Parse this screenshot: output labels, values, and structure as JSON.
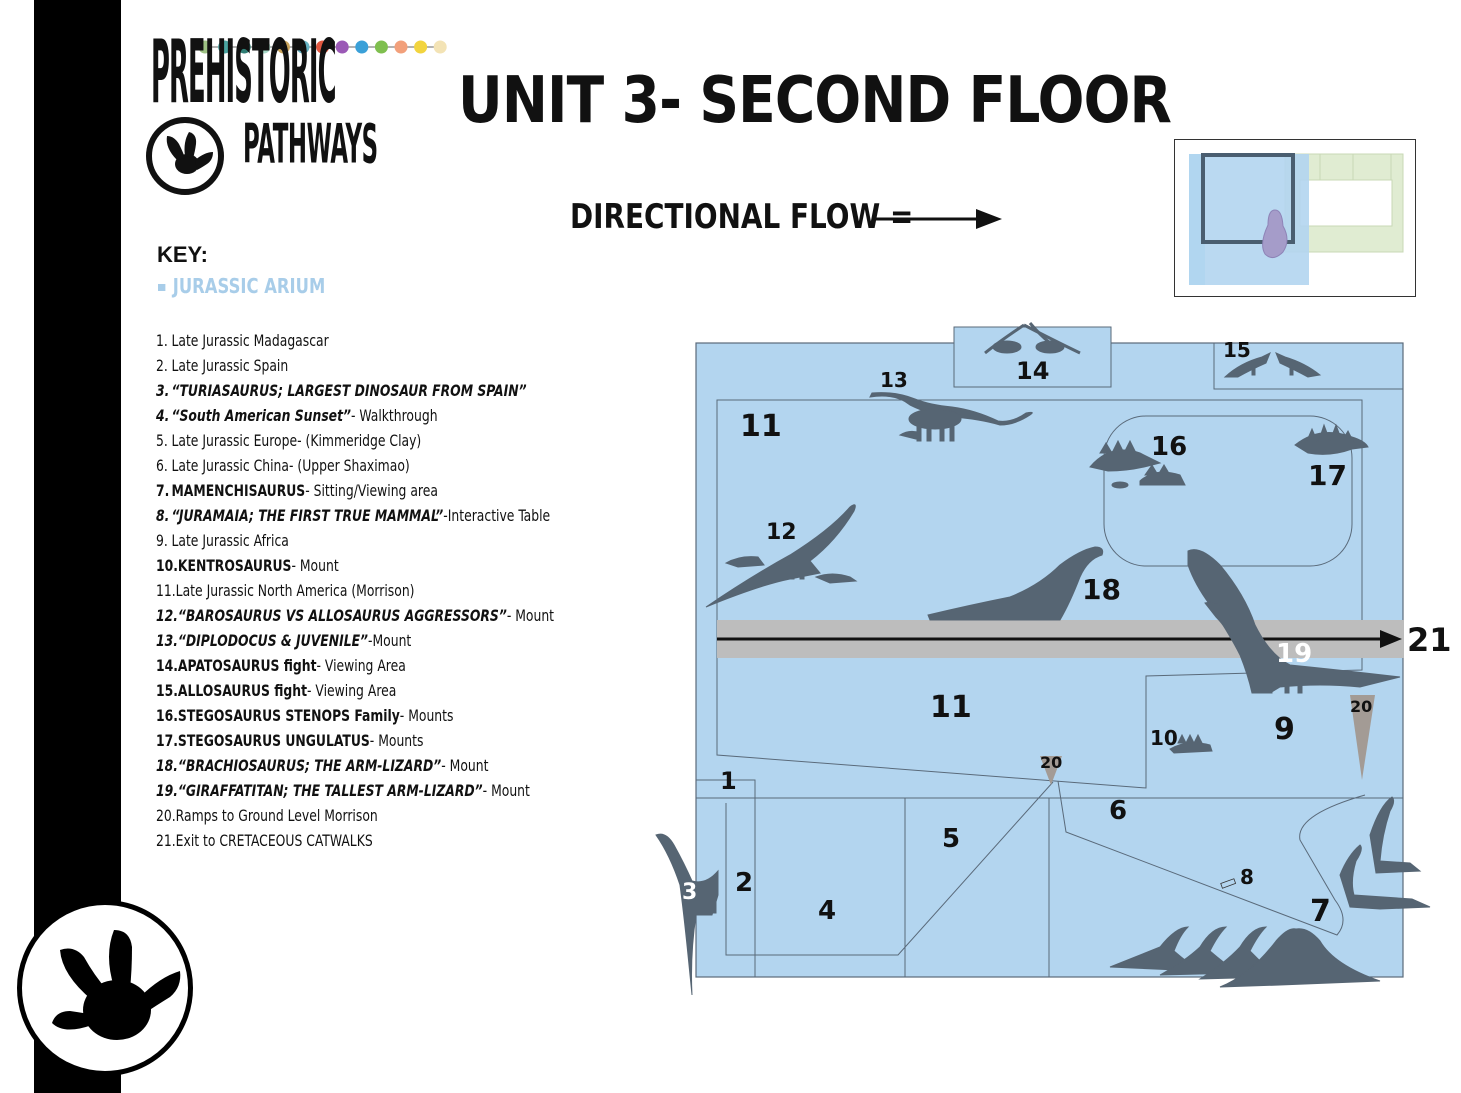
{
  "logo": {
    "line1": "PREHISTORIC",
    "line2": "PATHWAYS",
    "dot_colors": [
      "#9dc183",
      "#4aa3a0",
      "#2f7d74",
      "#a8d8c8",
      "#c9a35a",
      "#66b3c4",
      "#e2573f",
      "#9b59b6",
      "#3aa0d8",
      "#7fbf4f",
      "#f2a07b",
      "#f2d43f",
      "#f3e3b5"
    ]
  },
  "page_title": "UNIT 3- SECOND FLOOR",
  "directional_flow": "DIRECTIONAL FLOW =",
  "key": {
    "title": "KEY:",
    "item": "JURASSIC ARIUM",
    "item_color": "#a8cde9"
  },
  "legend": [
    {
      "num": "1.",
      "parts": [
        {
          "t": "Late Jurassic Madagascar",
          "s": "n"
        }
      ]
    },
    {
      "num": "2.",
      "parts": [
        {
          "t": "Late Jurassic Spain",
          "s": "n"
        }
      ]
    },
    {
      "num": "3.",
      "parts": [
        {
          "t": "“TURIASAURUS; LARGEST DINOSAUR FROM SPAIN”",
          "s": "em"
        }
      ]
    },
    {
      "num": "4.",
      "parts": [
        {
          "t": "“South American Sunset”",
          "s": "em"
        },
        {
          "t": "- Walkthrough",
          "s": "n"
        }
      ]
    },
    {
      "num": "5.",
      "parts": [
        {
          "t": "Late Jurassic Europe- (Kimmeridge Clay)",
          "s": "n"
        }
      ]
    },
    {
      "num": "6.",
      "parts": [
        {
          "t": "Late Jurassic China- (Upper Shaximao)",
          "s": "n"
        }
      ]
    },
    {
      "num": "7.",
      "parts": [
        {
          "t": "MAMENCHISAURUS",
          "s": "b"
        },
        {
          "t": "- Sitting/Viewing area",
          "s": "n"
        }
      ]
    },
    {
      "num": "8.",
      "parts": [
        {
          "t": "“JURAMAIA; THE FIRST TRUE MAMMAL”",
          "s": "em"
        },
        {
          "t": "-Interactive Table",
          "s": "n"
        }
      ]
    },
    {
      "num": "9.",
      "parts": [
        {
          "t": "Late Jurassic Africa",
          "s": "n"
        }
      ]
    },
    {
      "num": "10.",
      "parts": [
        {
          "t": "KENTROSAURUS",
          "s": "b"
        },
        {
          "t": "- Mount",
          "s": "n"
        }
      ]
    },
    {
      "num": "11.",
      "parts": [
        {
          "t": "Late Jurassic North America (Morrison)",
          "s": "n"
        }
      ]
    },
    {
      "num": "12.",
      "parts": [
        {
          "t": "“BAROSAURUS VS ALLOSAURUS AGGRESSORS”",
          "s": "em"
        },
        {
          "t": "- Mount",
          "s": "n"
        }
      ]
    },
    {
      "num": "13.",
      "parts": [
        {
          "t": "“DIPLODOCUS & JUVENILE”",
          "s": "em"
        },
        {
          "t": "-Mount",
          "s": "n"
        }
      ]
    },
    {
      "num": "14.",
      "parts": [
        {
          "t": "APATOSAURUS fight",
          "s": "b"
        },
        {
          "t": "- Viewing Area",
          "s": "n"
        }
      ]
    },
    {
      "num": "15.",
      "parts": [
        {
          "t": "ALLOSAURUS fight",
          "s": "b"
        },
        {
          "t": "- Viewing Area",
          "s": "n"
        }
      ]
    },
    {
      "num": "16.",
      "parts": [
        {
          "t": "STEGOSAURUS STENOPS Family",
          "s": "b"
        },
        {
          "t": "- Mounts",
          "s": "n"
        }
      ]
    },
    {
      "num": "17.",
      "parts": [
        {
          "t": "STEGOSAURUS UNGULATUS",
          "s": "b"
        },
        {
          "t": "- Mounts",
          "s": "n"
        }
      ]
    },
    {
      "num": "18.",
      "parts": [
        {
          "t": "“BRACHIOSAURUS; THE ARM-LIZARD”",
          "s": "em"
        },
        {
          "t": "- Mount",
          "s": "n"
        }
      ]
    },
    {
      "num": "19.",
      "parts": [
        {
          "t": "“GIRAFFATITAN; THE TALLEST ARM-LIZARD”",
          "s": "em"
        },
        {
          "t": "- Mount",
          "s": "n"
        }
      ]
    },
    {
      "num": "20.",
      "parts": [
        {
          "t": "Ramps to Ground Level Morrison",
          "s": "n"
        }
      ]
    },
    {
      "num": "21.",
      "parts": [
        {
          "t": "Exit to CRETACEOUS CATWALKS",
          "s": "n"
        }
      ]
    }
  ],
  "map": {
    "colors": {
      "floor": "#b3d5ef",
      "walkway": "#bdbdbd",
      "silhouette": "#566573",
      "ramp": "#a39b95",
      "outline": "#5a6a7a"
    },
    "labels": {
      "l1": "1",
      "l2": "2",
      "l3": "3",
      "l4": "4",
      "l5": "5",
      "l6": "6",
      "l7": "7",
      "l8": "8",
      "l9": "9",
      "l10": "10",
      "l11a": "11",
      "l11b": "11",
      "l12": "12",
      "l13": "13",
      "l14": "14",
      "l15": "15",
      "l16": "16",
      "l17": "17",
      "l18": "18",
      "l19": "19",
      "l20a": "20",
      "l20b": "20",
      "l21": "21"
    }
  },
  "inset_colors": {
    "blue": "#b3d5ef",
    "green": "#e0ecd2",
    "purple": "#a59cc9",
    "cyan": "#a6def0"
  }
}
